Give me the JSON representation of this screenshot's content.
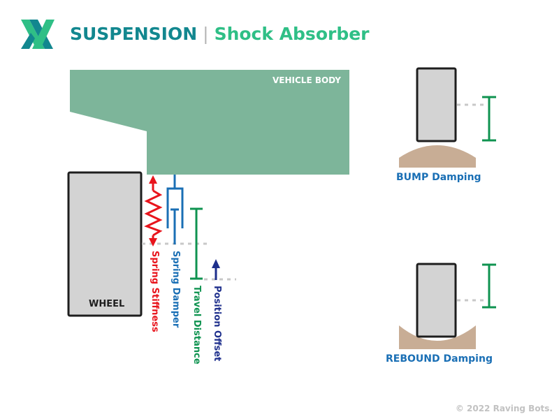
{
  "header": {
    "title_main": "SUSPENSION",
    "separator": "|",
    "title_sub": "Shock Absorber"
  },
  "labels": {
    "vehicle_body": "VEHICLE BODY",
    "wheel": "WHEEL",
    "spring_stiffness": "Spring Stiffness",
    "spring_damper": "Spring Damper",
    "travel_distance": "Travel Distance",
    "position_offset": "Position Offset",
    "bump_damping": "BUMP Damping",
    "rebound_damping": "REBOUND Damping"
  },
  "footer": {
    "copyright": "© 2022 Raving Bots."
  },
  "colors": {
    "teal": "#12878f",
    "green_title": "#2fbf86",
    "vehicle_body": "#7db59a",
    "wheel_fill": "#d3d3d3",
    "outline": "#1e1e1e",
    "ground": "#c8ad95",
    "spring_red": "#e8141c",
    "damper_blue": "#1a6fb5",
    "travel_green": "#0f9350",
    "offset_navy": "#1e2f8c",
    "guide_gray": "#c8c8c8",
    "copyright_gray": "#c2c2c2"
  },
  "icons": {
    "logo": "x-logo-icon"
  }
}
